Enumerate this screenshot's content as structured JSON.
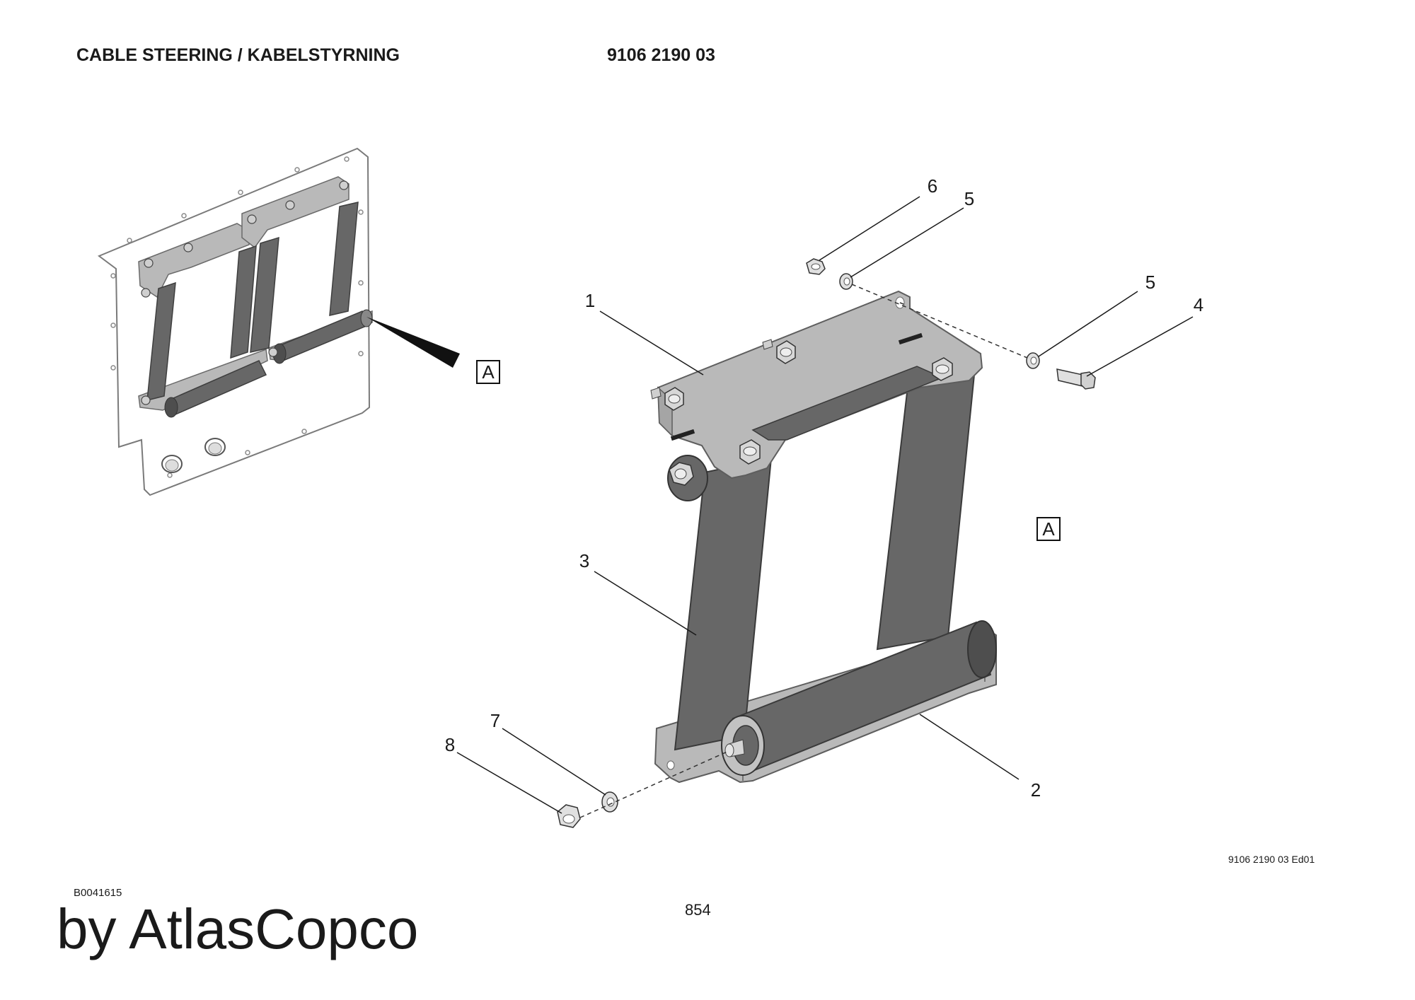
{
  "header": {
    "title": "CABLE STEERING / KABELSTYRNING",
    "part_number": "9106 2190 03"
  },
  "footer": {
    "edition": "9106 2190 03 Ed01",
    "drawing_code": "B0041615",
    "page_number": "854",
    "brand": "by AtlasCopco"
  },
  "view_label": "A",
  "callouts": {
    "c1": "1",
    "c2": "2",
    "c3": "3",
    "c4": "4",
    "c5a": "5",
    "c5b": "5",
    "c6": "6",
    "c7": "7",
    "c8": "8"
  },
  "colors": {
    "roller": "#676767",
    "roller_dark": "#4e4e4e",
    "bracket": "#b9b9b9",
    "bracket_edge": "#6a6a6a",
    "panel": "#ffffff",
    "line": "#1a1a1a"
  }
}
